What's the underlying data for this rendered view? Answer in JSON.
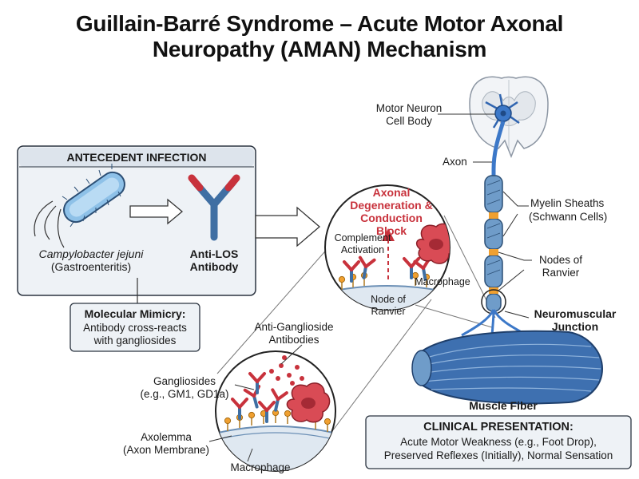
{
  "title": {
    "line1": "Guillain-Barré Syndrome – Acute Motor Axonal",
    "line2": "Neuropathy (AMAN) Mechanism"
  },
  "infection": {
    "heading": "ANTECEDENT INFECTION",
    "bacterium_name": "Campylobacter jejuni",
    "bacterium_note": "(Gastroenteritis)",
    "antibody_line1": "Anti-LOS",
    "antibody_line2": "Antibody"
  },
  "mimicry": {
    "heading": "Molecular Mimicry:",
    "line1": "Antibody cross-reacts",
    "line2": "with gangliosides"
  },
  "lower_inset": {
    "antibodies_line1": "Anti-Ganglioside",
    "antibodies_line2": "Antibodies",
    "gangliosides_line1": "Gangliosides",
    "gangliosides_line2": "(e.g., GM1, GD1a)",
    "axolemma_line1": "Axolemma",
    "axolemma_line2": "(Axon Membrane)",
    "macrophage": "Macrophage"
  },
  "upper_inset": {
    "heading_line1": "Axonal",
    "heading_line2": "Degeneration &",
    "heading_line3": "Conduction",
    "heading_line4": "Block",
    "complement_line1": "Complement",
    "complement_line2": "Activation",
    "macrophage": "Macrophage",
    "node_line1": "Node of",
    "node_line2": "Ranvier"
  },
  "neuron": {
    "cell_body_line1": "Motor Neuron",
    "cell_body_line2": "Cell Body",
    "axon": "Axon",
    "myelin_line1": "Myelin Sheaths",
    "myelin_line2": "(Schwann Cells)",
    "nodes_line1": "Nodes of",
    "nodes_line2": "Ranvier",
    "nmj_line1": "Neuromuscular",
    "nmj_line2": "Junction",
    "muscle": "Muscle Fiber"
  },
  "clinical": {
    "heading": "CLINICAL PRESENTATION:",
    "line1": "Acute Motor Weakness (e.g., Foot Drop),",
    "line2": "Preserved Reflexes (Initially), Normal Sensation"
  },
  "colors": {
    "antibody_blue": "#3f6fa3",
    "antibody_red": "#c8323c",
    "myelin_blue": "#6f9cc9",
    "node_orange": "#f0a030",
    "macrophage_red": "#d94b55",
    "panel_fill": "#eef2f6"
  }
}
